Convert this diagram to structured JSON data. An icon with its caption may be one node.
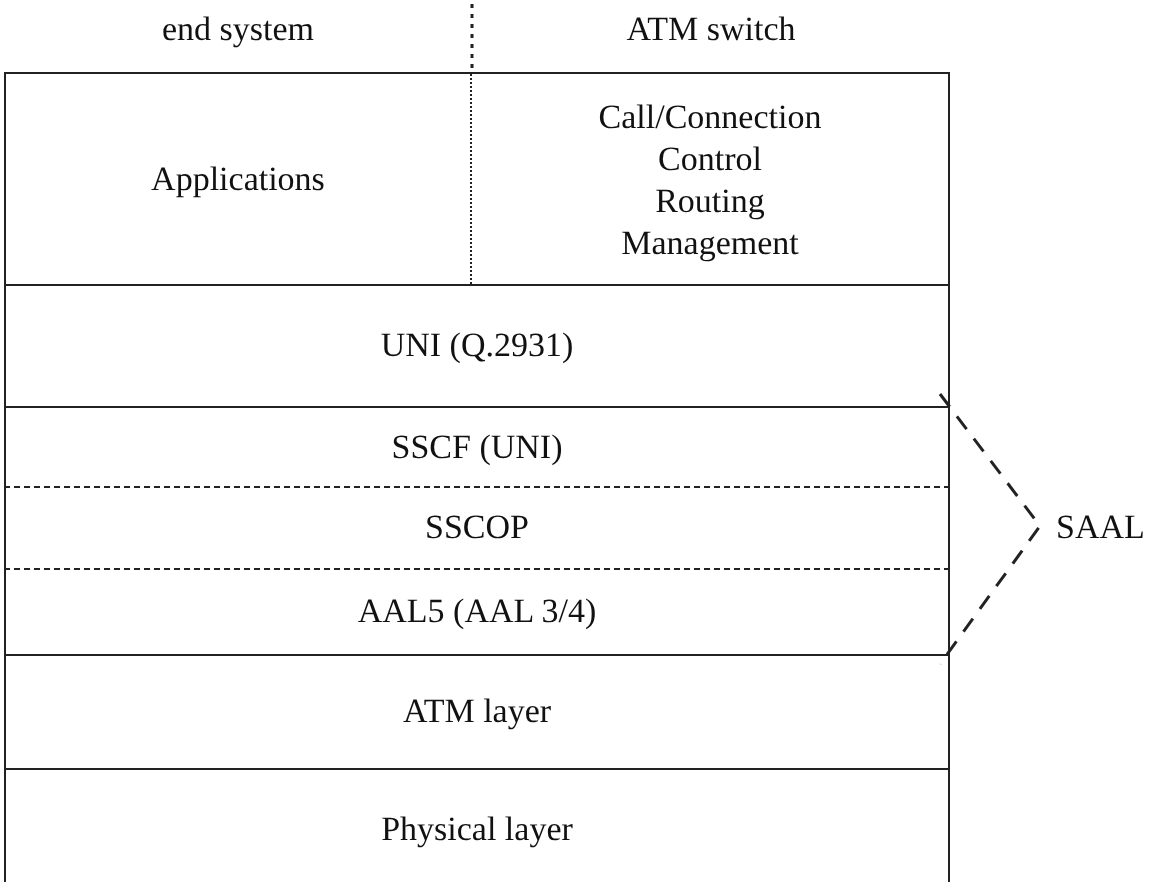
{
  "diagram": {
    "nodes": [
      {
        "text": [
          "Applications"
        ]
      },
      {
        "text": [
          "Call/Connection Control",
          "Routing",
          "Management"
        ]
      },
      {
        "text": [
          "UNI (Q.2931)"
        ]
      },
      {
        "text": [
          "SSCF (UNI)"
        ]
      },
      {
        "text": [
          "SSCOP"
        ]
      },
      {
        "text": [
          "AAL5 (AAL 3/4)"
        ]
      },
      {
        "text": [
          "ATM layer"
        ]
      },
      {
        "text": [
          "Physical layer"
        ]
      }
    ],
    "edges": [],
    "labels": [
      "end system",
      "ATM switch",
      "SAAL"
    ]
  }
}
